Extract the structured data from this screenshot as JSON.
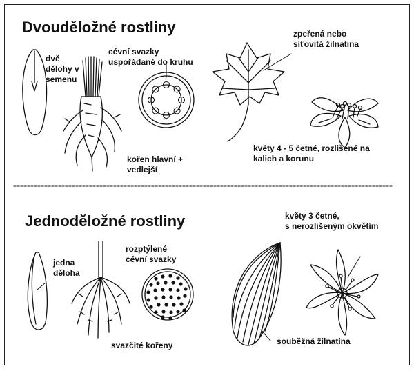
{
  "dicots": {
    "title": "Dvouděložné rostliny",
    "labels": {
      "seed": "dvě\ndělohy v\nsemenu",
      "vascular": "cévní svazky\nuspořádané do kruhu",
      "leaf": "zpeřená nebo\nsíťovitá žilnatina",
      "root": "kořen hlavní +\nvedlejší",
      "flower": "květy 4 - 5 četné, rozlišené na\nkalich a korunu"
    }
  },
  "monocots": {
    "title": "Jednoděložné rostliny",
    "labels": {
      "seed": "jedna\nděloha",
      "vascular": "rozptýlené\ncévní svazky",
      "root": "svazčité kořeny",
      "leaf": "souběžná žilnatina",
      "flower": "květy 3 četné,\ns nerozlišeným okvětím"
    }
  },
  "icons": [
    "dicot-seed-icon",
    "taproot-icon",
    "dicot-stem-section-icon",
    "dicot-leaf-icon",
    "dicot-flower-icon",
    "monocot-seed-icon",
    "fibrous-root-icon",
    "monocot-stem-section-icon",
    "monocot-leaf-icon",
    "monocot-flower-icon"
  ]
}
